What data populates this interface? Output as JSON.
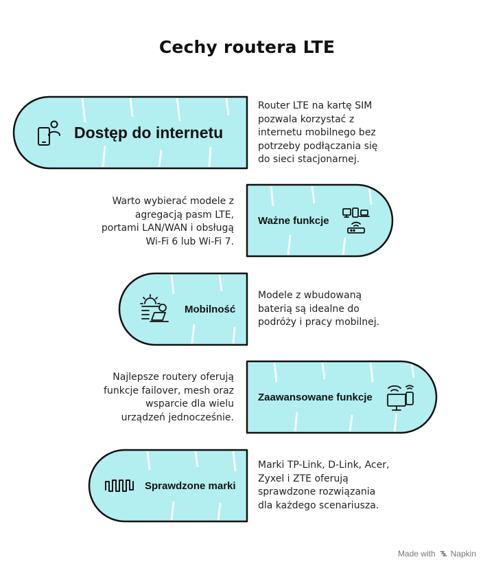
{
  "title": "Cechy routera LTE",
  "colors": {
    "pill_fill": "#b3eef0",
    "stroke": "#111111"
  },
  "features": [
    {
      "title": "Dostęp do internetu",
      "icon": "mobile-user-icon",
      "description": [
        "Router LTE na kartę SIM",
        "pozwala korzystać z",
        "internetu mobilnego bez",
        "potrzeby podłączania się",
        "do sieci stacjonarnej."
      ]
    },
    {
      "title": "Ważne funkcje",
      "icon": "router-devices-icon",
      "description": [
        "Warto wybierać modele z",
        "agregacją pasm LTE,",
        "portami LAN/WAN i obsługą",
        "Wi-Fi 6 lub Wi-Fi 7."
      ]
    },
    {
      "title": "Mobilność",
      "icon": "sun-laptop-icon",
      "description": [
        "Modele z wbudowaną",
        "baterią są idealne do",
        "podróży i pracy mobilnej."
      ]
    },
    {
      "title": "Zaawansowane funkcje",
      "icon": "wifi-monitor-phone-icon",
      "description": [
        "Najlepsze routery oferują",
        "funkcje failover, mesh oraz",
        "wsparcie dla wielu",
        "urządzeń jednocześnie."
      ]
    },
    {
      "title": "Sprawdzone marki",
      "icon": "signal-wave-icon",
      "description": [
        "Marki TP-Link, D-Link, Acer,",
        "Zyxel i ZTE oferują",
        "sprawdzone rozwiązania",
        "dla każdego scenariusza."
      ]
    }
  ],
  "branding": {
    "prefix": "Made with",
    "name": "Napkin"
  }
}
